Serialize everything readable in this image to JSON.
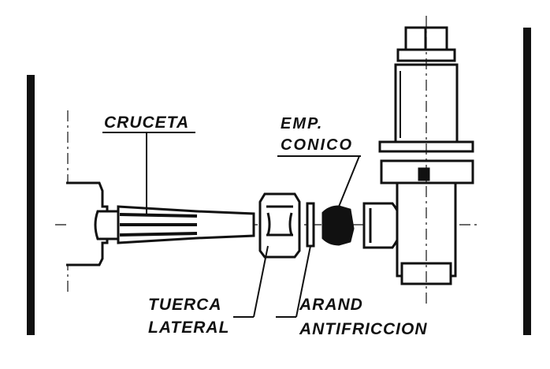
{
  "labels": {
    "cruceta": "CRUCETA",
    "emp_line1": "EMP.",
    "emp_line2": "CONICO",
    "tuerca_line1": "TUERCA",
    "tuerca_line2": "LATERAL",
    "arand_line1": "ARAND",
    "arand_line2": "ANTIFRICCION"
  },
  "colors": {
    "ink": "#111111",
    "paper": "#ffffff"
  }
}
